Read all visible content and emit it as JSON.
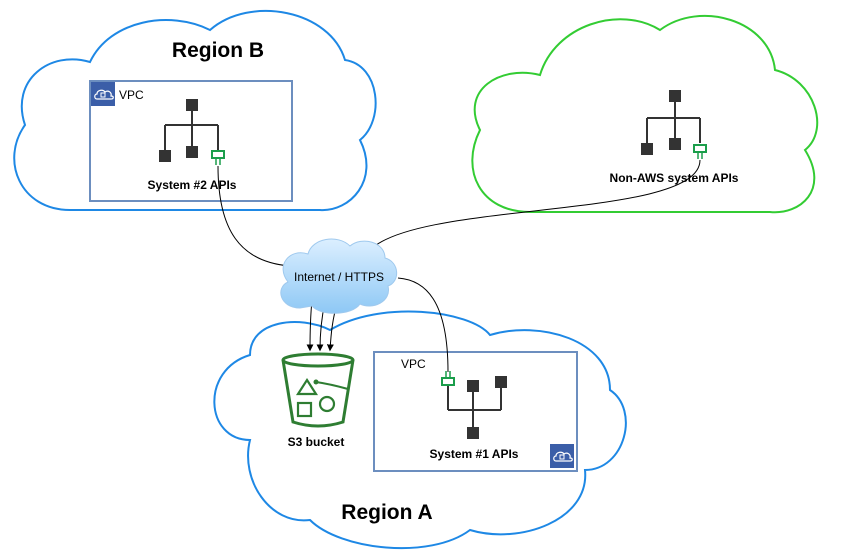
{
  "regions": {
    "region_b": {
      "title": "Region B"
    },
    "region_a": {
      "title": "Region A"
    }
  },
  "vpcs": {
    "vpc_b": {
      "label": "VPC"
    },
    "vpc_a": {
      "label": "VPC"
    }
  },
  "systems": {
    "system2": {
      "label": "System #2 APIs"
    },
    "system1": {
      "label": "System #1 APIs"
    },
    "nonaws": {
      "label": "Non-AWS system APIs"
    }
  },
  "internet": {
    "label": "Internet / HTTPS"
  },
  "s3": {
    "label": "S3 bucket"
  },
  "colors": {
    "aws_cloud": "#1e88e5",
    "non_aws_cloud": "#33cc33",
    "vpc_border": "#6c8ebf",
    "vpc_badge": "#3b5ea8",
    "internet_cloud": "#a7d3f7",
    "s3_green": "#2e7d32",
    "endpoint_green": "#1b9e4b",
    "node_dark": "#333333"
  },
  "icons": {
    "vpc_badge": "vpc-cloud-lock-icon",
    "hierarchy": "api-hierarchy-icon",
    "s3": "s3-bucket-icon"
  }
}
